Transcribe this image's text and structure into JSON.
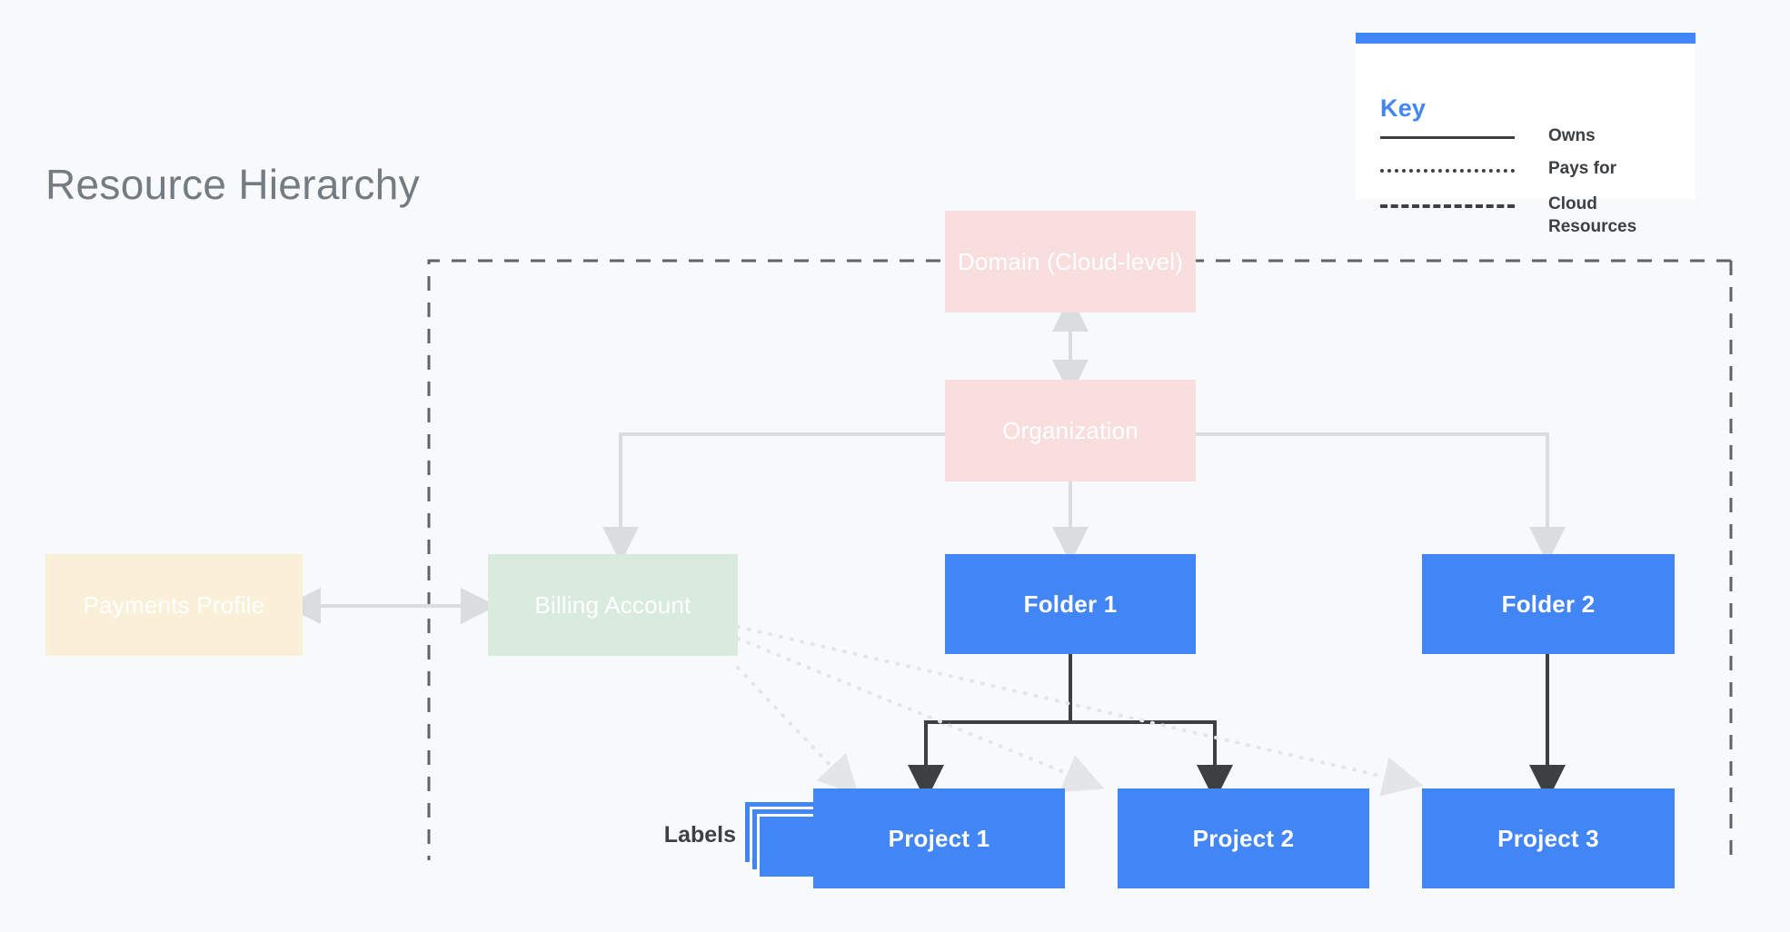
{
  "page": {
    "title": "Resource Hierarchy",
    "background_color": "#F7F9FA",
    "title_color": "#757C81"
  },
  "key": {
    "title": "Key",
    "accent_color": "#4285F4",
    "panel_background": "#FFFFFF",
    "entries": [
      {
        "style": "solid",
        "label": "Owns"
      },
      {
        "style": "dotted",
        "label": "Pays for"
      },
      {
        "style": "dashed",
        "label": "Cloud Resources"
      }
    ]
  },
  "nodes": {
    "domain": {
      "label": "Domain (Cloud-level)",
      "color": "#F9DEDE",
      "text_color": "#FFFFFF"
    },
    "organization": {
      "label": "Organization",
      "color": "#F9DEDE",
      "text_color": "#FFFFFF"
    },
    "payments_profile": {
      "label": "Payments Profile",
      "color": "#FAEFD7",
      "text_color": "#FFFFFF"
    },
    "billing_account": {
      "label": "Billing Account",
      "color": "#D9EADF",
      "text_color": "#FFFFFF"
    },
    "folder_1": {
      "label": "Folder 1",
      "color": "#4285F4",
      "text_color": "#FFFFFF"
    },
    "folder_2": {
      "label": "Folder 2",
      "color": "#4285F4",
      "text_color": "#FFFFFF"
    },
    "project_1": {
      "label": "Project 1",
      "color": "#4285F4",
      "text_color": "#FFFFFF"
    },
    "project_2": {
      "label": "Project 2",
      "color": "#4285F4",
      "text_color": "#FFFFFF"
    },
    "project_3": {
      "label": "Project 3",
      "color": "#4285F4",
      "text_color": "#FFFFFF"
    }
  },
  "annotations": {
    "labels_caption": "Labels"
  },
  "boundary": {
    "style": "dashed",
    "meaning": "Cloud Resources",
    "color": "#5F6368"
  },
  "edges": [
    {
      "from": "domain",
      "to": "organization",
      "relation": "Owns",
      "style": "solid-gray",
      "bidirectional": true
    },
    {
      "from": "organization",
      "to": "billing_account",
      "relation": "Owns",
      "style": "solid-gray"
    },
    {
      "from": "organization",
      "to": "folder_1",
      "relation": "Owns",
      "style": "solid-gray"
    },
    {
      "from": "organization",
      "to": "folder_2",
      "relation": "Owns",
      "style": "solid-gray"
    },
    {
      "from": "payments_profile",
      "to": "billing_account",
      "relation": "Owns",
      "style": "solid-gray",
      "bidirectional": true
    },
    {
      "from": "folder_1",
      "to": "project_1",
      "relation": "Owns",
      "style": "solid-dark"
    },
    {
      "from": "folder_1",
      "to": "project_2",
      "relation": "Owns",
      "style": "solid-dark"
    },
    {
      "from": "folder_2",
      "to": "project_3",
      "relation": "Owns",
      "style": "solid-dark"
    },
    {
      "from": "billing_account",
      "to": "project_1",
      "relation": "Pays for",
      "style": "dotted"
    },
    {
      "from": "billing_account",
      "to": "project_2",
      "relation": "Pays for",
      "style": "dotted"
    },
    {
      "from": "billing_account",
      "to": "project_3",
      "relation": "Pays for",
      "style": "dotted"
    }
  ]
}
